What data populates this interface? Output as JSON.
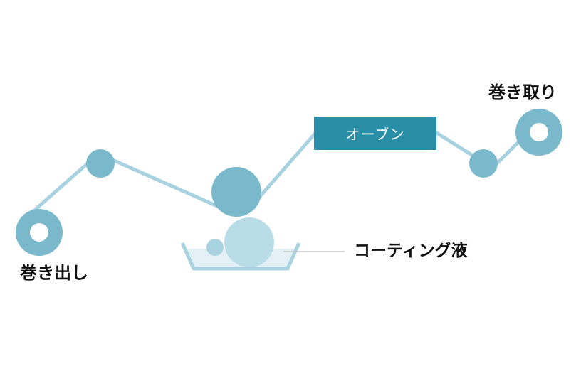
{
  "labels": {
    "unwind": "巻き出し",
    "rewind": "巻き取り",
    "oven": "オーブン",
    "coating_liquid": "コーティング液"
  },
  "colors": {
    "roller": "#7ab8cb",
    "web_line": "#a8d2e0",
    "oven_fill": "#2a8fa6",
    "oven_text": "#ffffff",
    "applicator_roll": "#b8dde6",
    "small_roll": "#a9d4df",
    "tray_fill": "#e3f1f6",
    "tray_outline": "#a8d2e0",
    "leader_line": "#c9c9c9",
    "label_text": "#111111"
  }
}
